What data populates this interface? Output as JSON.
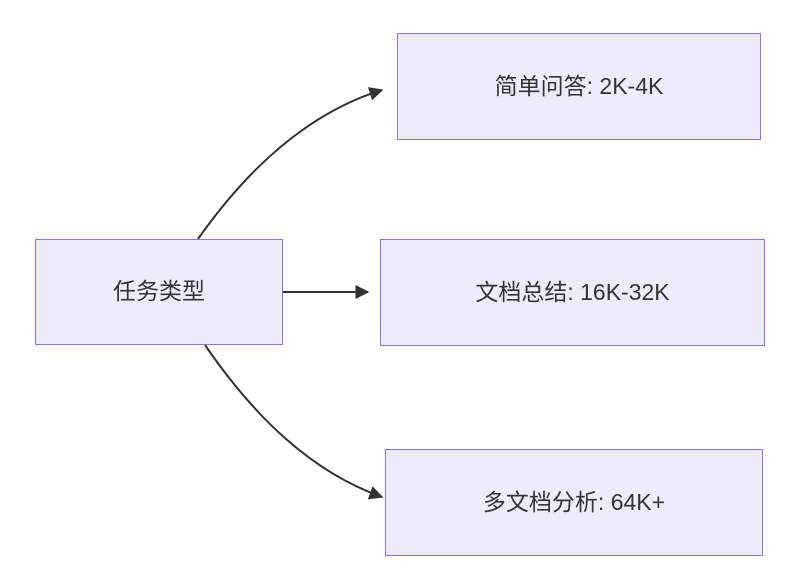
{
  "diagram": {
    "type": "flowchart",
    "direction": "left-to-right",
    "root": {
      "label": "任务类型"
    },
    "children": [
      {
        "label": "简单问答: 2K-4K"
      },
      {
        "label": "文档总结: 16K-32K"
      },
      {
        "label": "多文档分析: 64K+"
      }
    ],
    "edges": [
      {
        "from": "任务类型",
        "to": "简单问答: 2K-4K"
      },
      {
        "from": "任务类型",
        "to": "文档总结: 16K-32K"
      },
      {
        "from": "任务类型",
        "to": "多文档分析: 64K+"
      }
    ],
    "colors": {
      "node_fill": "#ECECFF",
      "node_border": "#9370DB",
      "arrow": "#333333",
      "text": "#333333",
      "background": "#FFFFFF"
    }
  }
}
